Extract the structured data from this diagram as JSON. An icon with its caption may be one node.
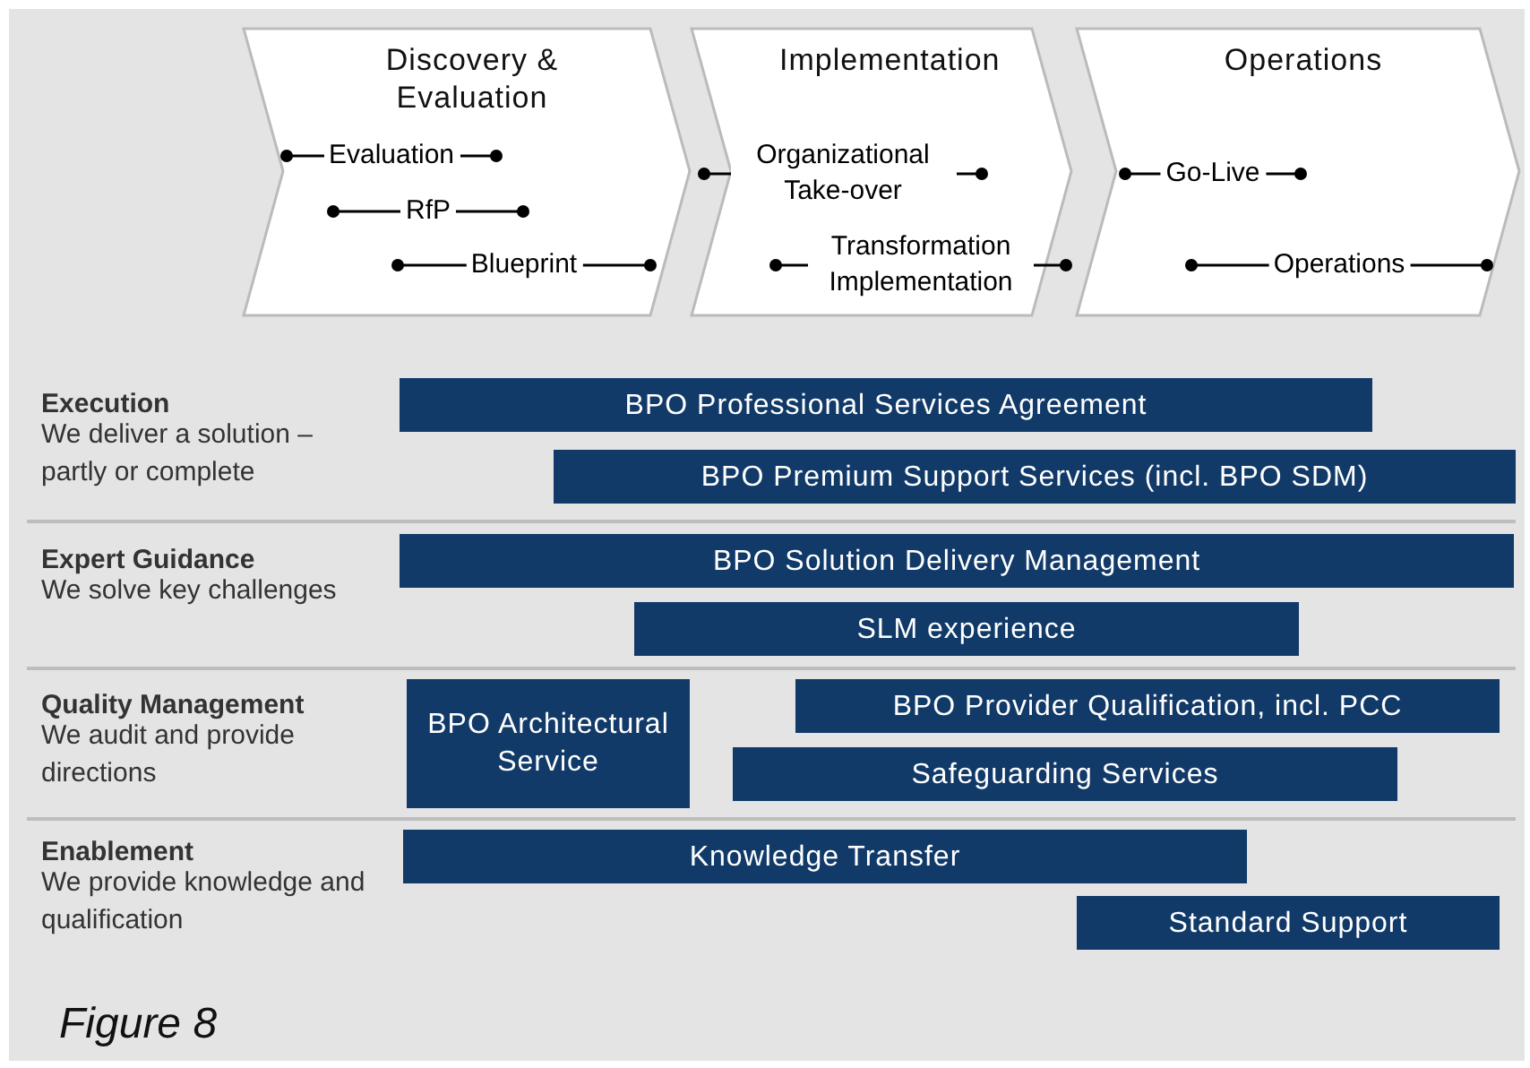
{
  "diagram": {
    "caption": "Figure 8",
    "nodes": [
      {
        "text": [
          "Discovery & Evaluation"
        ]
      },
      {
        "text": [
          "Evaluation"
        ],
        "in": 0
      },
      {
        "text": [
          "RfP"
        ],
        "in": 0
      },
      {
        "text": [
          "Blueprint"
        ],
        "in": 0
      },
      {
        "text": [
          "Implementation"
        ]
      },
      {
        "text": [
          "Organizational Take-over"
        ],
        "in": 4
      },
      {
        "text": [
          "Transformation Implementation"
        ],
        "in": 4
      },
      {
        "text": [
          "Operations"
        ]
      },
      {
        "text": [
          "Go-Live"
        ],
        "in": 7
      },
      {
        "text": [
          "Operations"
        ],
        "in": 7
      },
      {
        "text": [
          "BPO Professional Services Agreement"
        ]
      },
      {
        "text": [
          "BPO Premium Support Services (incl. BPO SDM)"
        ]
      },
      {
        "text": [
          "BPO Solution Delivery Management"
        ]
      },
      {
        "text": [
          "SLM  experience"
        ]
      },
      {
        "text": [
          "BPO Architectural Service"
        ]
      },
      {
        "text": [
          "BPO Provider Qualification, incl. PCC"
        ]
      },
      {
        "text": [
          "Safeguarding Services"
        ]
      },
      {
        "text": [
          "Knowledge Transfer"
        ]
      },
      {
        "text": [
          "Standard Support"
        ]
      }
    ],
    "edges": [],
    "labels": [
      "Execution",
      "We deliver a solution – partly or complete",
      "Expert Guidance",
      "We solve key challenges",
      "Quality Management",
      "We audit and provide directions",
      "Enablement",
      "We provide knowledge and qualification"
    ]
  }
}
